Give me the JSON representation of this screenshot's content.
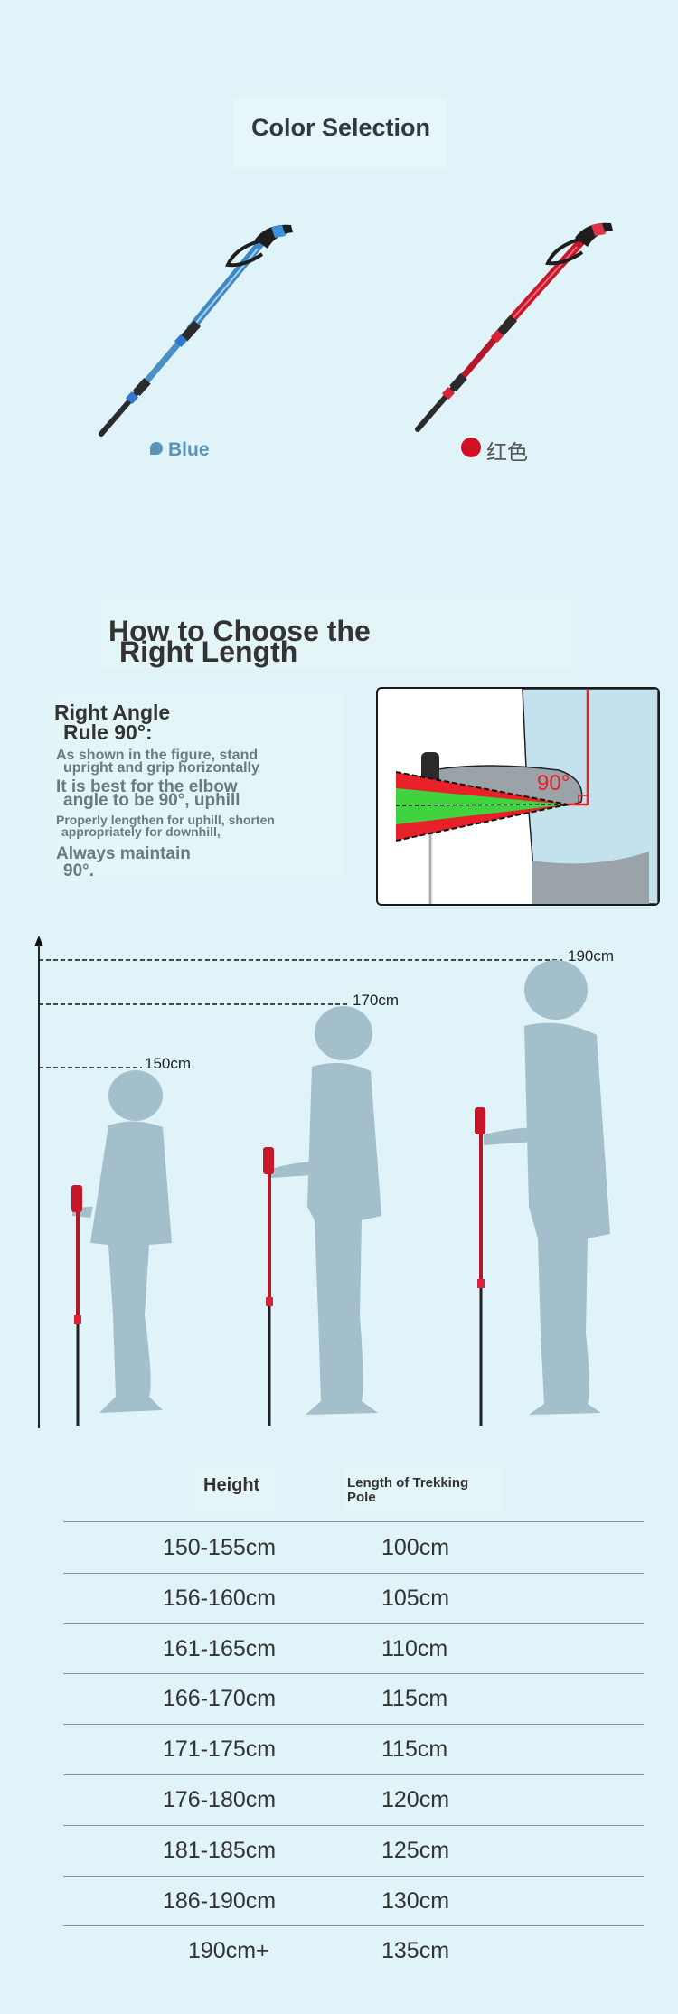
{
  "color_selection": {
    "title": "Color Selection",
    "blue_label": "Blue",
    "red_label": "红色",
    "colors": {
      "blue": "#3f88c5",
      "red": "#c8162a",
      "swatch_red": "#d01125"
    }
  },
  "length_section": {
    "title_line1": "How to Choose the",
    "title_line2": "Right Length",
    "rule_title_line1": "Right Angle",
    "rule_title_line2": "Rule 90°:",
    "desc_line1": "As shown in the figure, stand",
    "desc_line2": "upright and grip horizontally",
    "desc_line3": "It is best for the elbow",
    "desc_line4": "angle to be 90°, uphill",
    "desc_line5": "Properly lengthen for uphill, shorten",
    "desc_line6": "appropriately for downhill,",
    "desc_line7": "Always maintain",
    "desc_line8": "90°.",
    "angle_label": "90°"
  },
  "figures": {
    "heights": [
      "150cm",
      "170cm",
      "190cm"
    ]
  },
  "size_table": {
    "header_height": "Height",
    "header_length": "Length of Trekking Pole",
    "rows": [
      {
        "height": "150-155cm",
        "length": "100cm"
      },
      {
        "height": "156-160cm",
        "length": "105cm"
      },
      {
        "height": "161-165cm",
        "length": "110cm"
      },
      {
        "height": "166-170cm",
        "length": "115cm"
      },
      {
        "height": "171-175cm",
        "length": "115cm"
      },
      {
        "height": "176-180cm",
        "length": "120cm"
      },
      {
        "height": "181-185cm",
        "length": "125cm"
      },
      {
        "height": "186-190cm",
        "length": "130cm"
      },
      {
        "height": "190cm+",
        "length": "135cm"
      }
    ]
  }
}
